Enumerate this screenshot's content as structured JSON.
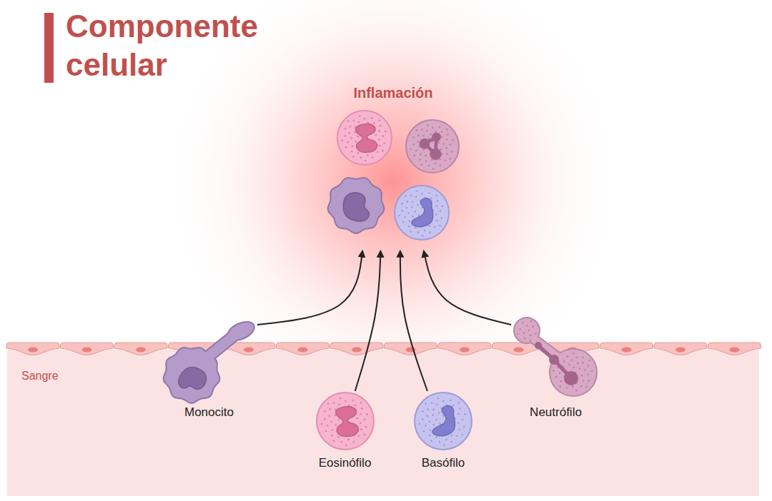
{
  "diagram": {
    "title": "Componente celular",
    "nodes": [
      {
        "text": [
          "Inflamación"
        ]
      },
      {
        "text": [
          "Sangre"
        ]
      },
      {
        "text": [
          "Monocito"
        ],
        "in": 1
      },
      {
        "text": [
          "Eosinófilo"
        ],
        "in": 1
      },
      {
        "text": [
          "Basófilo"
        ],
        "in": 1
      },
      {
        "text": [
          "Neutrófilo"
        ],
        "in": 1
      }
    ],
    "edges": [
      {
        "from": 2,
        "to": 0,
        "arrow": "to"
      },
      {
        "from": 3,
        "to": 0,
        "arrow": "to"
      },
      {
        "from": 4,
        "to": 0,
        "arrow": "to"
      },
      {
        "from": 5,
        "to": 0,
        "arrow": "to"
      }
    ]
  }
}
